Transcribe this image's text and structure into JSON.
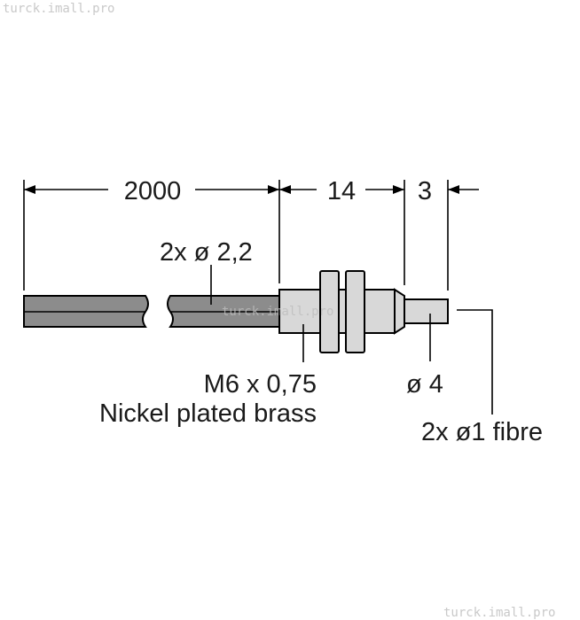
{
  "watermark": "turck.imall.pro",
  "dimensions": {
    "cable_length": "2000",
    "body_length": "14",
    "tip_length": "3"
  },
  "labels": {
    "cable_diameter": "2x ø 2,2",
    "thread": "M6 x 0,75",
    "material": "Nickel plated brass",
    "tip_diameter": "ø 4",
    "fibre": "2x ø1 fibre"
  }
}
